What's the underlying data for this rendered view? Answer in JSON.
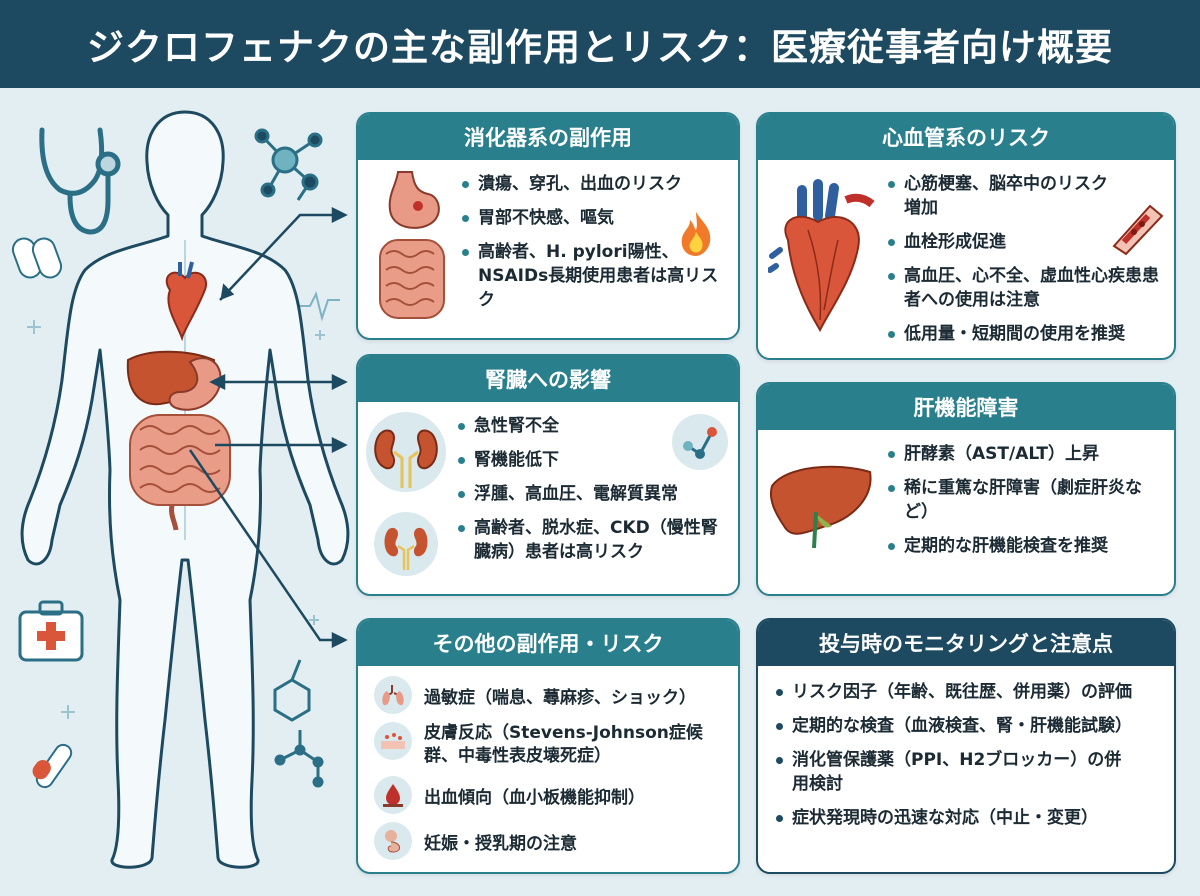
{
  "title": "ジクロフェナクの主な副作用とリスク：医療従事者向け概要",
  "colors": {
    "title_bg": "#1d4a60",
    "accent_teal": "#2a7f8d",
    "background": "#e3eef3",
    "organ_red": "#d9563a"
  },
  "cards": {
    "digestive": {
      "title": "消化器系の副作用",
      "icons": [
        "stomach-intestine-icon",
        "flame-icon"
      ],
      "items": [
        "潰瘍、穿孔、出血のリスク",
        "胃部不快感、嘔気",
        "高齢者、H. pylori陽性、NSAIDs長期使用患者は高リスク"
      ]
    },
    "cardio": {
      "title": "心血管系のリスク",
      "icons": [
        "heart-icon",
        "blood-vessel-icon"
      ],
      "items": [
        "心筋梗塞、脳卒中のリスク増加",
        "血栓形成促進",
        "高血圧、心不全、虚血性心疾患患者への使用は注意",
        "低用量・短期間の使用を推奨"
      ]
    },
    "kidney": {
      "title": "腎臓への影響",
      "icons": [
        "kidney-icon",
        "molecule-icon",
        "kidney-small-icon"
      ],
      "items": [
        "急性腎不全",
        "腎機能低下",
        "浮腫、高血圧、電解質異常",
        "高齢者、脱水症、CKD（慢性腎臓病）患者は高リスク"
      ]
    },
    "liver": {
      "title": "肝機能障害",
      "icons": [
        "liver-icon"
      ],
      "items": [
        "肝酵素（AST/ALT）上昇",
        "稀に重篤な肝障害（劇症肝炎など）",
        "定期的な肝機能検査を推奨"
      ]
    },
    "other": {
      "title": "その他の副作用・リスク",
      "items": [
        {
          "icon": "lungs-icon",
          "text": "過敏症（喘息、蕁麻疹、ショック）"
        },
        {
          "icon": "skin-icon",
          "text": "皮膚反応（Stevens-Johnson症候群、中毒性表皮壊死症）"
        },
        {
          "icon": "blood-drop-icon",
          "text": "出血傾向（血小板機能抑制）"
        },
        {
          "icon": "fetus-icon",
          "text": "妊娠・授乳期の注意"
        }
      ]
    },
    "monitoring": {
      "title": "投与時のモニタリングと注意点",
      "items": [
        "リスク因子（年齢、既往歴、併用薬）の評価",
        "定期的な検査（血液検査、腎・肝機能試験）",
        "消化管保護薬（PPI、H2ブロッカー）の併用検討",
        "症状発現時の迅速な対応（中止・変更）"
      ]
    }
  },
  "decor_icons": [
    "stethoscope-icon",
    "molecule-icon",
    "pills-icon",
    "pulse-icon",
    "first-aid-kit-icon",
    "test-tube-icon",
    "chemical-structure-icon",
    "human-body-figure"
  ]
}
